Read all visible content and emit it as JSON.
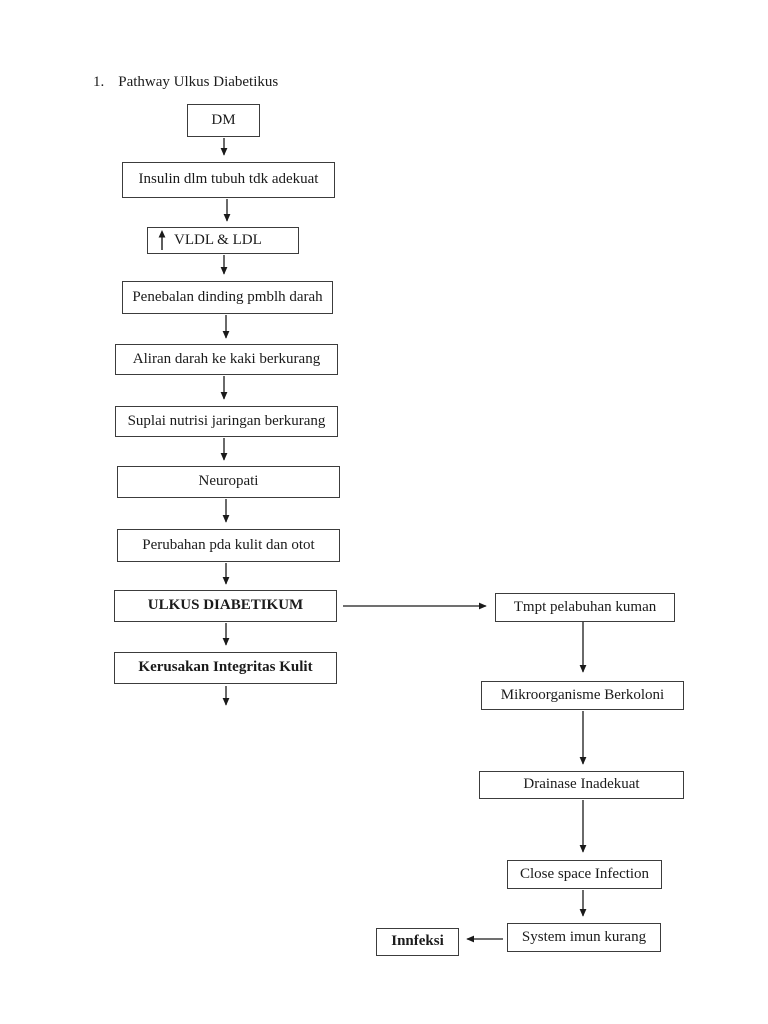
{
  "page": {
    "list_number": "1.",
    "title": "Pathway Ulkus Diabetikus"
  },
  "flowchart": {
    "nodes": {
      "dm": "DM",
      "insulin": "Insulin dlm tubuh tdk adekuat",
      "vldl": "VLDL & LDL",
      "penebalan": "Penebalan dinding pmblh darah",
      "aliran": "Aliran darah ke kaki berkurang",
      "suplai": "Suplai nutrisi jaringan berkurang",
      "neuropati": "Neuropati",
      "perubahan": "Perubahan pda kulit dan otot",
      "ulkus": "ULKUS DIABETIKUM",
      "kerusakan": "Kerusakan Integritas Kulit",
      "tmpt": "Tmpt pelabuhan kuman",
      "mikro": "Mikroorganisme Berkoloni",
      "drainase": "Drainase Inadekuat",
      "close": "Close space Infection",
      "system": "System imun kurang",
      "infeksi": "Innfeksi"
    },
    "icons": {
      "increase_arrow": "up-arrow"
    },
    "edges": [
      {
        "from": "dm",
        "to": "insulin",
        "direction": "down"
      },
      {
        "from": "insulin",
        "to": "vldl",
        "direction": "down"
      },
      {
        "from": "vldl",
        "to": "penebalan",
        "direction": "down"
      },
      {
        "from": "penebalan",
        "to": "aliran",
        "direction": "down"
      },
      {
        "from": "aliran",
        "to": "suplai",
        "direction": "down"
      },
      {
        "from": "suplai",
        "to": "neuropati",
        "direction": "down"
      },
      {
        "from": "neuropati",
        "to": "perubahan",
        "direction": "down"
      },
      {
        "from": "perubahan",
        "to": "ulkus",
        "direction": "down"
      },
      {
        "from": "ulkus",
        "to": "kerusakan",
        "direction": "down"
      },
      {
        "from": "kerusakan",
        "to": "",
        "direction": "down"
      },
      {
        "from": "ulkus",
        "to": "tmpt",
        "direction": "right"
      },
      {
        "from": "tmpt",
        "to": "mikro",
        "direction": "down"
      },
      {
        "from": "mikro",
        "to": "drainase",
        "direction": "down"
      },
      {
        "from": "drainase",
        "to": "close",
        "direction": "down"
      },
      {
        "from": "close",
        "to": "system",
        "direction": "down"
      },
      {
        "from": "system",
        "to": "infeksi",
        "direction": "left"
      }
    ],
    "colors": {
      "box_border": "#3c3c3c",
      "text": "#1b1b1b",
      "background": "#ffffff",
      "arrow": "#1a1a1a"
    }
  }
}
